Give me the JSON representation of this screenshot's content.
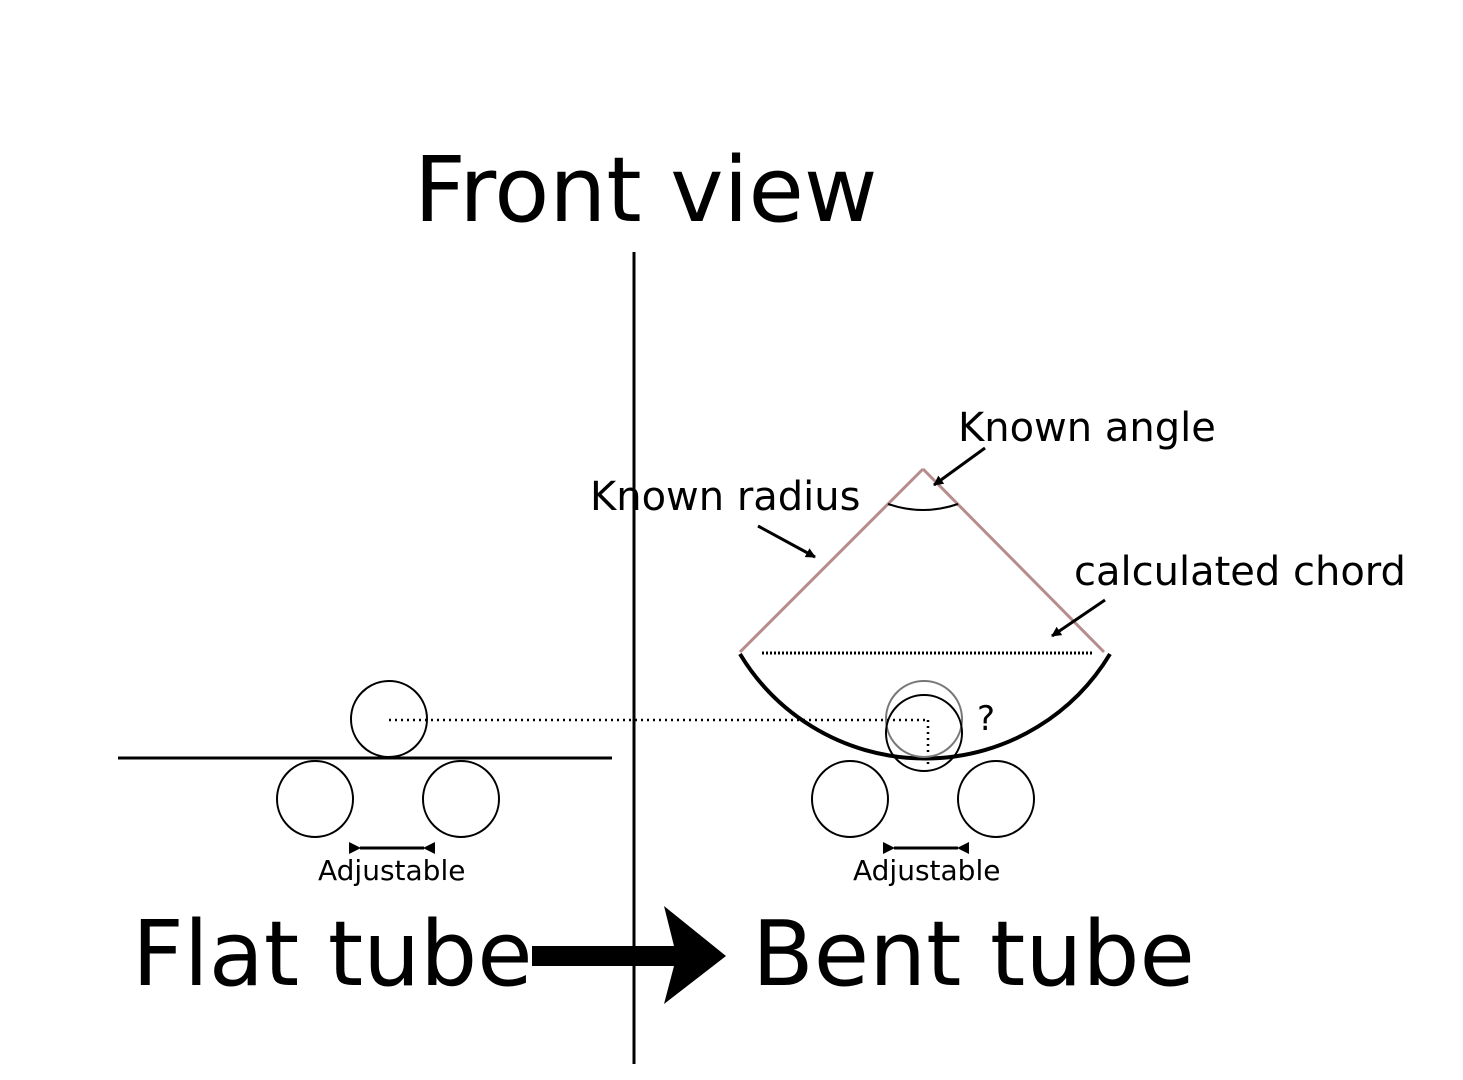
{
  "title": "Front view",
  "left_label": "Flat tube",
  "right_label": "Bent tube",
  "annotations": {
    "known_angle": "Known angle",
    "known_radius": "Known radius",
    "calculated_chord": "calculated chord",
    "unknown": "?",
    "adjustable_left": "Adjustable",
    "adjustable_right": "Adjustable"
  },
  "colors": {
    "ink": "#000000",
    "radius_lines": "#b78c8c",
    "ghost_roller": "#777777"
  }
}
